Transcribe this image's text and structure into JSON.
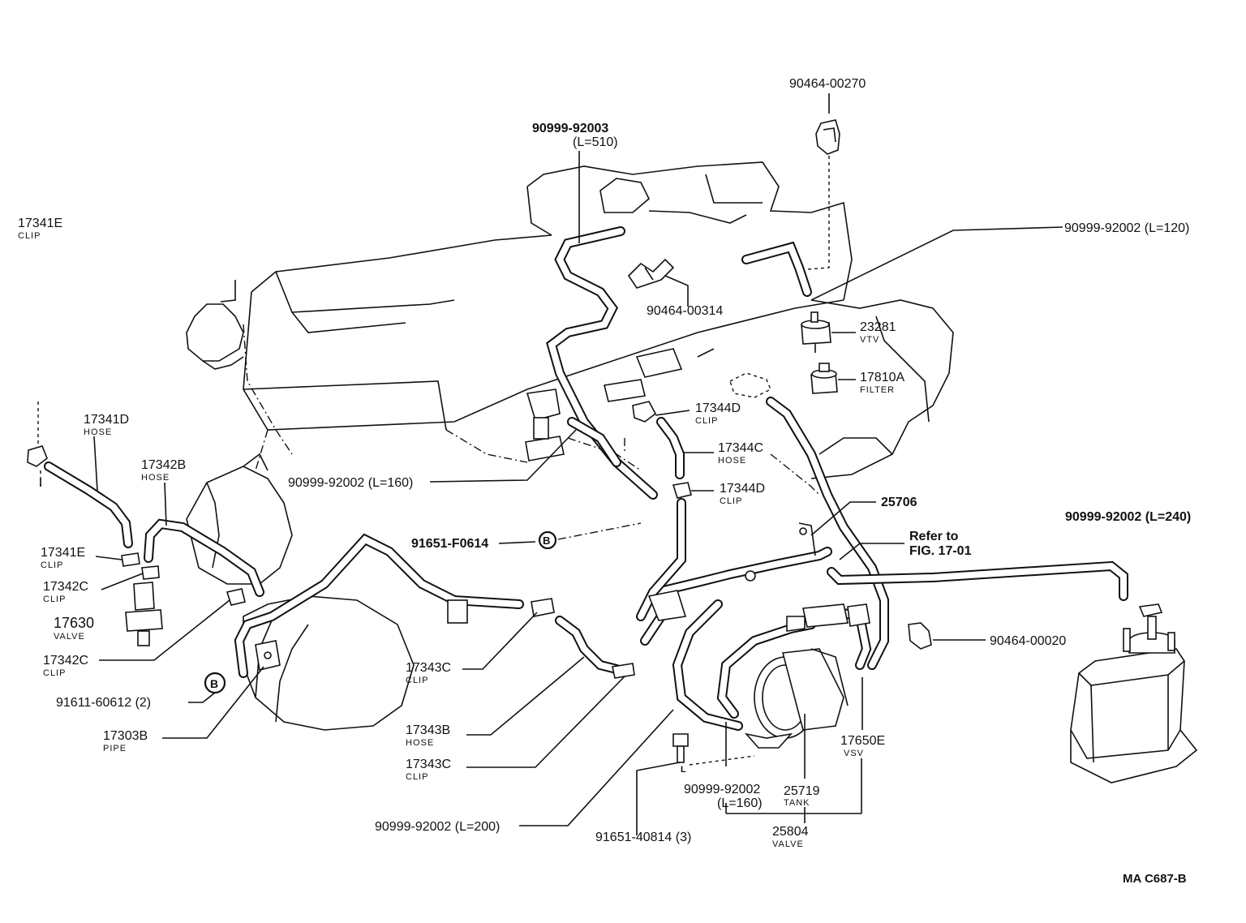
{
  "labels": {
    "p90464_00270": "90464-00270",
    "p90999_92003": "90999-92003",
    "p90999_92003_len": "(L=510)",
    "p90999_92002_120": "90999-92002 (L=120)",
    "p90464_00314": "90464-00314",
    "p23281": "23281",
    "p23281_desc": "VTV",
    "p17810a": "17810A",
    "p17810a_desc": "FILTER",
    "p17344d_top": "17344D",
    "p17344d_top_desc": "CLIP",
    "p17344c": "17344C",
    "p17344c_desc": "HOSE",
    "p17344d_bot": "17344D",
    "p17344d_bot_desc": "CLIP",
    "p17341e_top": "17341E",
    "p17341e_top_desc": "CLIP",
    "p17341d": "17341D",
    "p17341d_desc": "HOSE",
    "p17342b": "17342B",
    "p17342b_desc": "HOSE",
    "p90999_92002_160a": "90999-92002 (L=160)",
    "p25706": "25706",
    "p91651_f0614": "91651-F0614",
    "badge_b1": "B",
    "refer1": "Refer to",
    "refer2": "FIG. 17-01",
    "p90999_92002_240": "90999-92002 (L=240)",
    "p17341e_mid": "17341E",
    "p17341e_mid_desc": "CLIP",
    "p17342c_a": "17342C",
    "p17342c_a_desc": "CLIP",
    "p17630": "17630",
    "p17630_desc": "VALVE",
    "p17342c_b": "17342C",
    "p17342c_b_desc": "CLIP",
    "p90464_00020": "90464-00020",
    "p17343c_a": "17343C",
    "p17343c_a_desc": "CLIP",
    "p91611_60612": "91611-60612 (2)",
    "badge_b2": "B",
    "p17303b": "17303B",
    "p17303b_desc": "PIPE",
    "p17343b": "17343B",
    "p17343b_desc": "HOSE",
    "p17650e": "17650E",
    "p17650e_desc": "VSV",
    "p17343c_b": "17343C",
    "p17343c_b_desc": "CLIP",
    "p90999_92002_160b": "90999-92002",
    "p90999_92002_160b_len": "(L=160)",
    "p25719": "25719",
    "p25719_desc": "TANK",
    "p90999_92002_200": "90999-92002 (L=200)",
    "p91651_40814": "91651-40814 (3)",
    "p25804": "25804",
    "p25804_desc": "VALVE",
    "bolt_l": "L",
    "figure_code": "MA  C687-B"
  }
}
